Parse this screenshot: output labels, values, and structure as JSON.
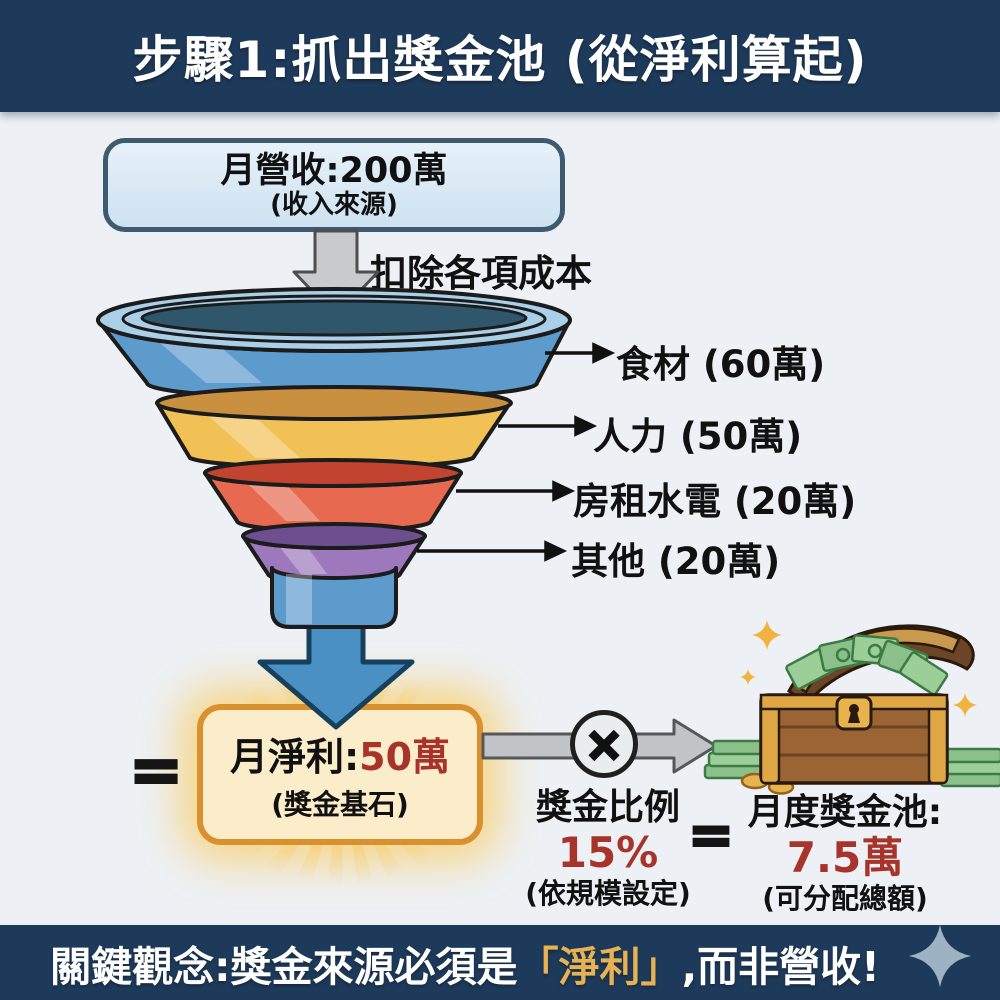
{
  "colors": {
    "banner_bg": "#1e3a5a",
    "page_bg": "#edf1f5",
    "highlight_gold": "#e8b254",
    "value_red": "#a7332a",
    "revenue_box_bg": "#d9eaf6",
    "revenue_box_border": "#3d5a6e",
    "net_box_bg": "#fcedca",
    "net_box_border": "#d9902e"
  },
  "header": {
    "title": "步驟1:抓出獎金池 (從淨利算起)"
  },
  "flow": {
    "revenue_box": {
      "title": "月營收:200萬",
      "subtitle": "(收入來源)"
    },
    "deduct_label": "扣除各項成本",
    "funnel_layers": [
      {
        "label": "食材 (60萬)",
        "color": "#5d9bcd"
      },
      {
        "label": "人力 (50萬)",
        "color": "#f2c155"
      },
      {
        "label": "房租水電 (20萬)",
        "color": "#e7694f"
      },
      {
        "label": "其他 (20萬)",
        "color": "#9d78bd"
      }
    ],
    "equals_sign": "=",
    "multiply_sign": "×",
    "net_profit_box": {
      "label": "月淨利:",
      "value": "50萬",
      "subtitle": "(獎金基石)"
    },
    "ratio": {
      "title": "獎金比例",
      "value": "15%",
      "subtitle": "(依規模設定)"
    },
    "pool": {
      "title": "月度獎金池:",
      "value": "7.5萬",
      "subtitle": "(可分配總額)"
    }
  },
  "footer": {
    "prefix": "關鍵觀念:獎金來源必須是",
    "highlight": "「淨利」",
    "suffix": ",而非營收!"
  },
  "icons": {
    "treasure_chest": "treasure-chest",
    "footer_sparkle": "sparkle",
    "multiply_circle": "multiply-circle",
    "funnel": "funnel"
  }
}
